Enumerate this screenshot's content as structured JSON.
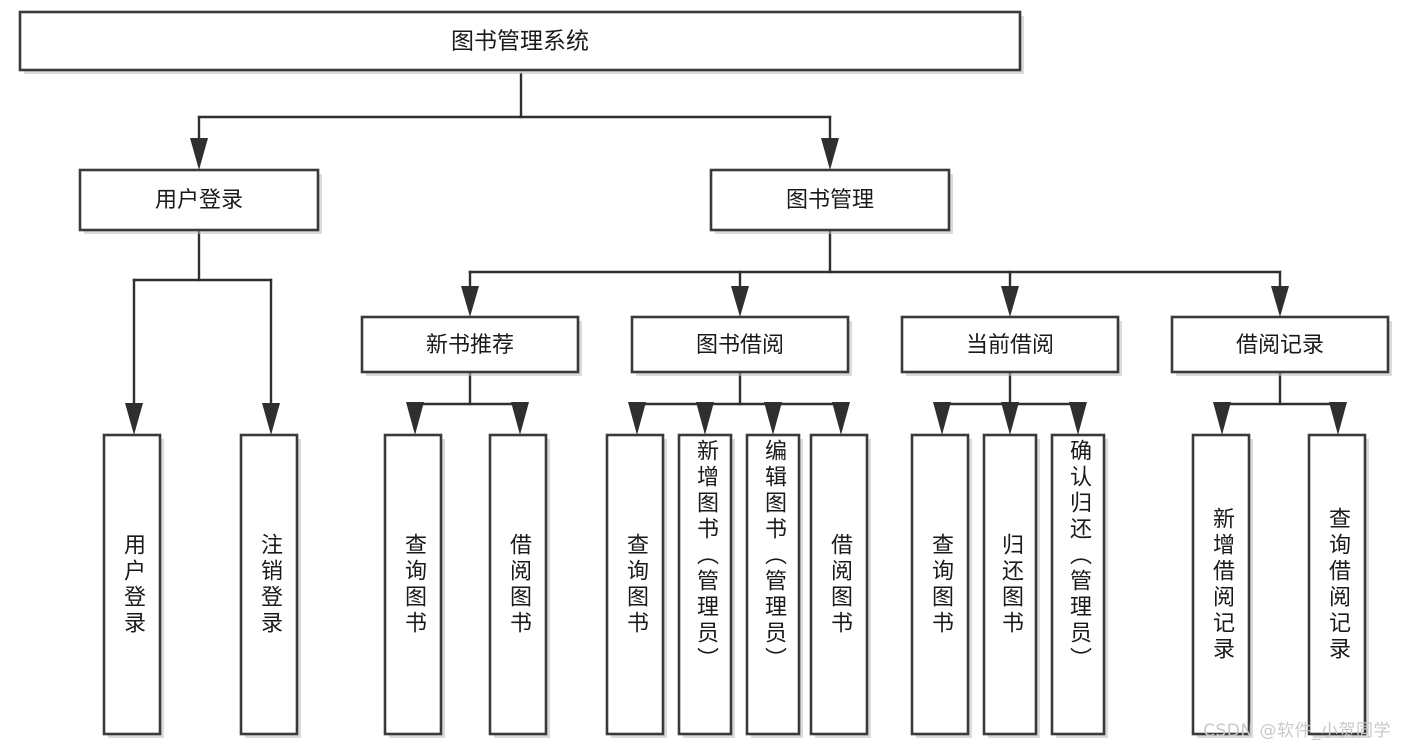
{
  "diagram": {
    "type": "tree",
    "title": "图书管理系统",
    "watermark": "CSDN @软件_小贺同学",
    "colors": {
      "background": "#ffffff",
      "box_stroke": "#3a3a3a",
      "connector": "#2f2f2f",
      "text": "#1a1a1a",
      "shadow": "#bdbdbd",
      "watermark": "#c9c9c9"
    },
    "root": {
      "id": "root",
      "label": "图书管理系统",
      "orientation": "horizontal"
    },
    "level2": [
      {
        "id": "user-login",
        "label": "用户登录",
        "orientation": "horizontal"
      },
      {
        "id": "book-management",
        "label": "图书管理",
        "orientation": "horizontal"
      }
    ],
    "level3": [
      {
        "id": "new-book-recommend",
        "label": "新书推荐",
        "parent": "book-management",
        "orientation": "horizontal"
      },
      {
        "id": "book-borrow",
        "label": "图书借阅",
        "parent": "book-management",
        "orientation": "horizontal"
      },
      {
        "id": "current-borrow",
        "label": "当前借阅",
        "parent": "book-management",
        "orientation": "horizontal"
      },
      {
        "id": "borrow-record",
        "label": "借阅记录",
        "parent": "book-management",
        "orientation": "horizontal"
      }
    ],
    "leaves": [
      {
        "id": "leaf-user-login",
        "label": "用户登录",
        "parent": "user-login",
        "orientation": "vertical"
      },
      {
        "id": "leaf-logout-login",
        "label": "注销登录",
        "parent": "user-login",
        "orientation": "vertical"
      },
      {
        "id": "leaf-query-book-1",
        "label": "查询图书",
        "parent": "new-book-recommend",
        "orientation": "vertical"
      },
      {
        "id": "leaf-borrow-book-1",
        "label": "借阅图书",
        "parent": "new-book-recommend",
        "orientation": "vertical"
      },
      {
        "id": "leaf-query-book-2",
        "label": "查询图书",
        "parent": "book-borrow",
        "orientation": "vertical"
      },
      {
        "id": "leaf-add-book",
        "label": "新增图书（管理员）",
        "parent": "book-borrow",
        "orientation": "vertical"
      },
      {
        "id": "leaf-edit-book",
        "label": "编辑图书（管理员）",
        "parent": "book-borrow",
        "orientation": "vertical"
      },
      {
        "id": "leaf-borrow-book-2",
        "label": "借阅图书",
        "parent": "book-borrow",
        "orientation": "vertical"
      },
      {
        "id": "leaf-query-book-3",
        "label": "查询图书",
        "parent": "current-borrow",
        "orientation": "vertical"
      },
      {
        "id": "leaf-return-book",
        "label": "归还图书",
        "parent": "current-borrow",
        "orientation": "vertical"
      },
      {
        "id": "leaf-confirm-return",
        "label": "确认归还（管理员）",
        "parent": "current-borrow",
        "orientation": "vertical"
      },
      {
        "id": "leaf-add-record",
        "label": "新增借阅记录",
        "parent": "borrow-record",
        "orientation": "vertical"
      },
      {
        "id": "leaf-query-record",
        "label": "查询借阅记录",
        "parent": "borrow-record",
        "orientation": "vertical"
      }
    ]
  }
}
